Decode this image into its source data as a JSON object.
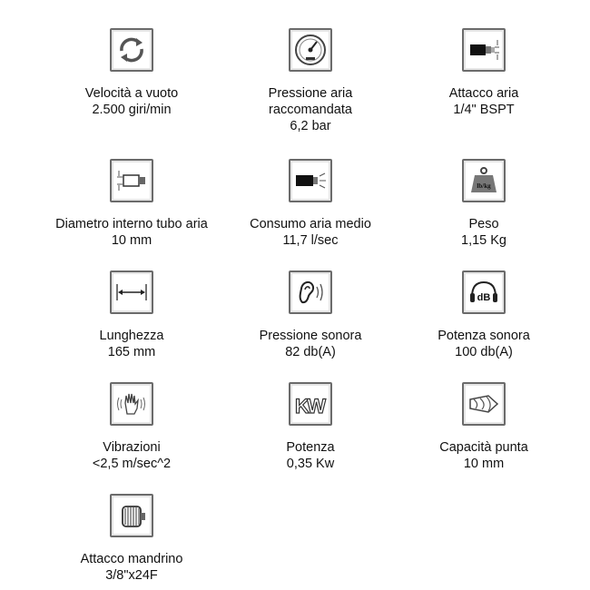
{
  "specs": [
    {
      "icon": "rotation-arrows-icon",
      "label": "Velocità a vuoto",
      "value": "2.500 giri/min"
    },
    {
      "icon": "pressure-gauge-icon",
      "label": "Pressione aria",
      "label2": "raccomandata",
      "value": "6,2 bar"
    },
    {
      "icon": "air-inlet-fitting-icon",
      "label": "Attacco aria",
      "value": "1/4\" BSPT"
    },
    {
      "icon": "hose-diameter-icon",
      "label": "Diametro interno tubo aria",
      "value": "10 mm"
    },
    {
      "icon": "air-consumption-icon",
      "label": "Consumo aria medio",
      "value": "11,7 l/sec"
    },
    {
      "icon": "weight-icon",
      "icon_text": "lb/kg",
      "label": "Peso",
      "value": "1,15 Kg"
    },
    {
      "icon": "length-arrow-icon",
      "label": "Lunghezza",
      "value": "165 mm"
    },
    {
      "icon": "ear-sound-icon",
      "label": "Pressione sonora",
      "value": "82 db(A)"
    },
    {
      "icon": "headphones-db-icon",
      "icon_text": "dB",
      "label": "Potenza sonora",
      "value": "100 db(A)"
    },
    {
      "icon": "vibrating-hand-icon",
      "label": "Vibrazioni",
      "value": "<2,5 m/sec^2"
    },
    {
      "icon": "kw-icon",
      "icon_text": "KW",
      "label": "Potenza",
      "value": "0,35 Kw"
    },
    {
      "icon": "drill-bit-icon",
      "label": "Capacità punta",
      "value": "10 mm"
    },
    {
      "icon": "drill-chuck-icon",
      "label": "Attacco mandrino",
      "value": "3/8\"x24F"
    }
  ]
}
